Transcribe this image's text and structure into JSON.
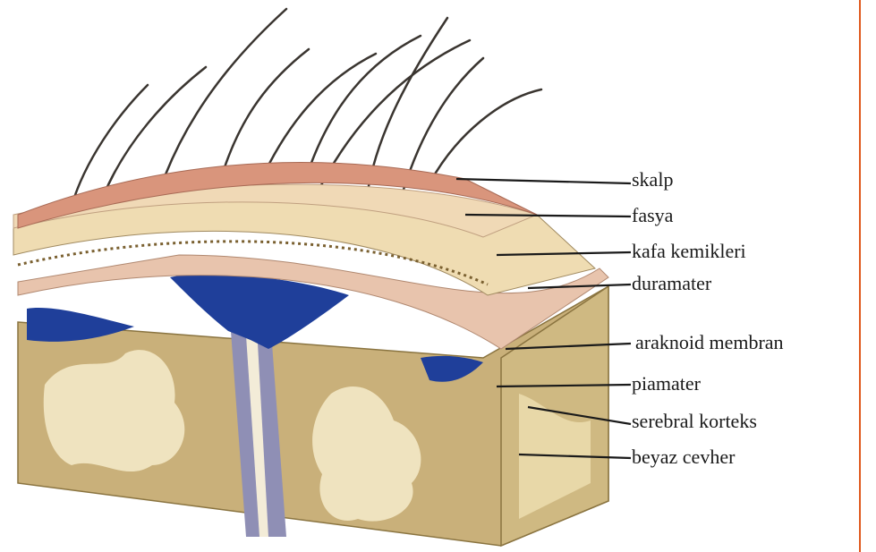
{
  "labels": {
    "skalp": "skalp",
    "fasya": "fasya",
    "kafa_kemikleri": "kafa kemikleri",
    "duramater": "duramater",
    "araknoid_membran": "araknoid membran",
    "piamater": "piamater",
    "serebral_korteks": "serebral korteks",
    "beyaz_cevher": "beyaz cevher"
  },
  "colors": {
    "accent_border": "#e05a1e",
    "scalp": "#d9957c",
    "fascia": "#f0d9b6",
    "bone": "#efdcb2",
    "dura": "#e8c4ad",
    "cortex": "#c9b07a",
    "white_matter": "#efe3bf",
    "sinus_blue": "#1f3f9a"
  }
}
